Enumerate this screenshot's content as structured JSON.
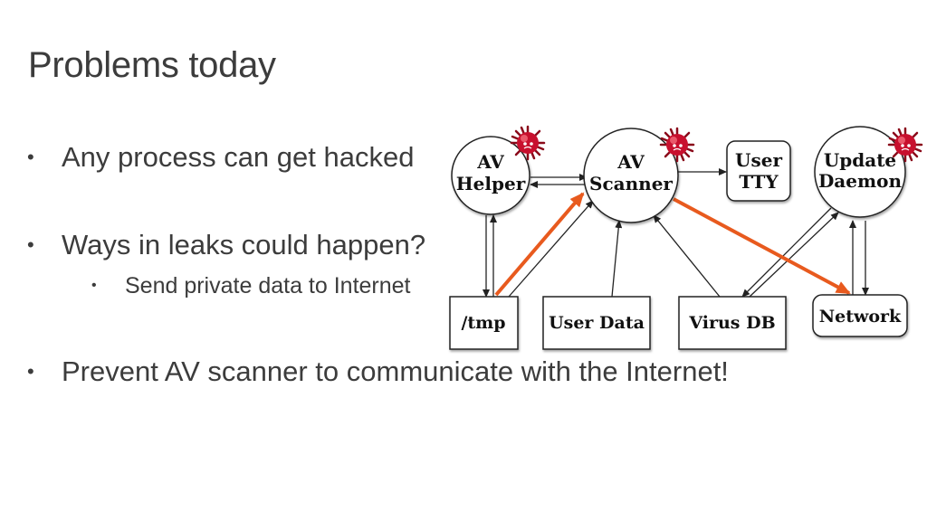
{
  "slide": {
    "title": "Problems today",
    "bullets": [
      {
        "text": "Any process can get hacked"
      },
      {
        "text": "Ways in leaks could happen?"
      },
      {
        "text": "Prevent AV scanner to communicate with the Internet!"
      }
    ],
    "sub_bullets": [
      {
        "text": "Send private data to Internet"
      }
    ]
  },
  "diagram": {
    "nodes": {
      "av_helper": {
        "line1": "AV",
        "line2": "Helper"
      },
      "av_scanner": {
        "line1": "AV",
        "line2": "Scanner"
      },
      "user_tty": {
        "line1": "User",
        "line2": "TTY"
      },
      "update_daemon": {
        "line1": "Update",
        "line2": "Daemon"
      },
      "tmp": {
        "label": "/tmp"
      },
      "user_data": {
        "label": "User Data"
      },
      "virus_db": {
        "label": "Virus DB"
      },
      "network": {
        "label": "Network"
      }
    },
    "colors": {
      "leak_arrow": "#e85a1e",
      "virus": "#c8102e",
      "edge": "#222222"
    },
    "infected_nodes": [
      "av_helper",
      "av_scanner",
      "update_daemon"
    ]
  }
}
